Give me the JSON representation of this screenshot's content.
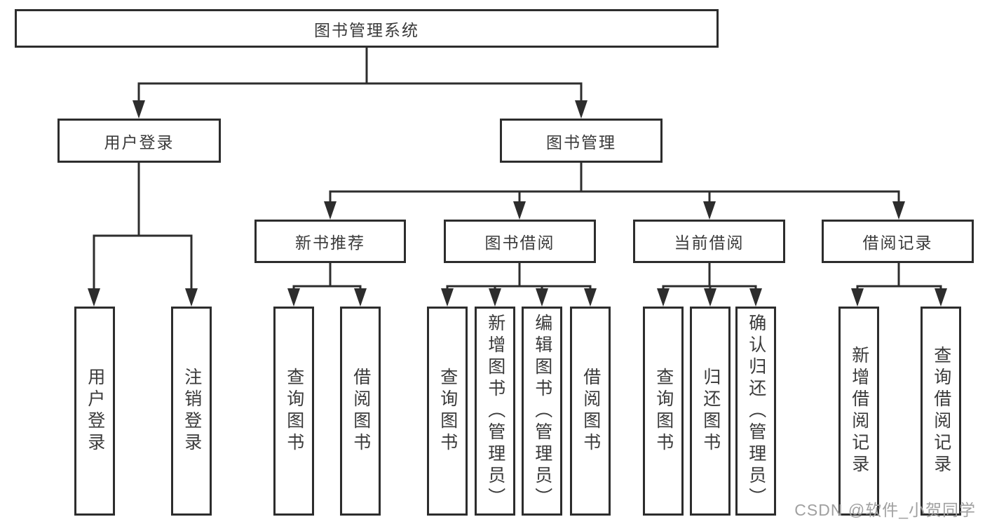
{
  "root": {
    "label": "图书管理系统"
  },
  "branches": [
    {
      "label": "用户登录"
    },
    {
      "label": "图书管理"
    },
    {
      "label": "新书推荐"
    },
    {
      "label": "图书借阅"
    },
    {
      "label": "当前借阅"
    },
    {
      "label": "借阅记录"
    }
  ],
  "leaves": [
    {
      "label": "用户登录"
    },
    {
      "label": "注销登录"
    },
    {
      "label": "查询图书"
    },
    {
      "label": "借阅图书"
    },
    {
      "label": "查询图书"
    },
    {
      "label": "新增图书（管理员）"
    },
    {
      "label": "编辑图书（管理员）"
    },
    {
      "label": "借阅图书"
    },
    {
      "label": "查询图书"
    },
    {
      "label": "归还图书"
    },
    {
      "label": "确认归还（管理员）"
    },
    {
      "label": "新增借阅记录"
    },
    {
      "label": "查询借阅记录"
    }
  ],
  "watermark": "CSDN @软件_小贺同学",
  "colors": {
    "line": "#2d2d2d",
    "text": "#3a3a3a",
    "watermark": "#a0a0a0"
  }
}
